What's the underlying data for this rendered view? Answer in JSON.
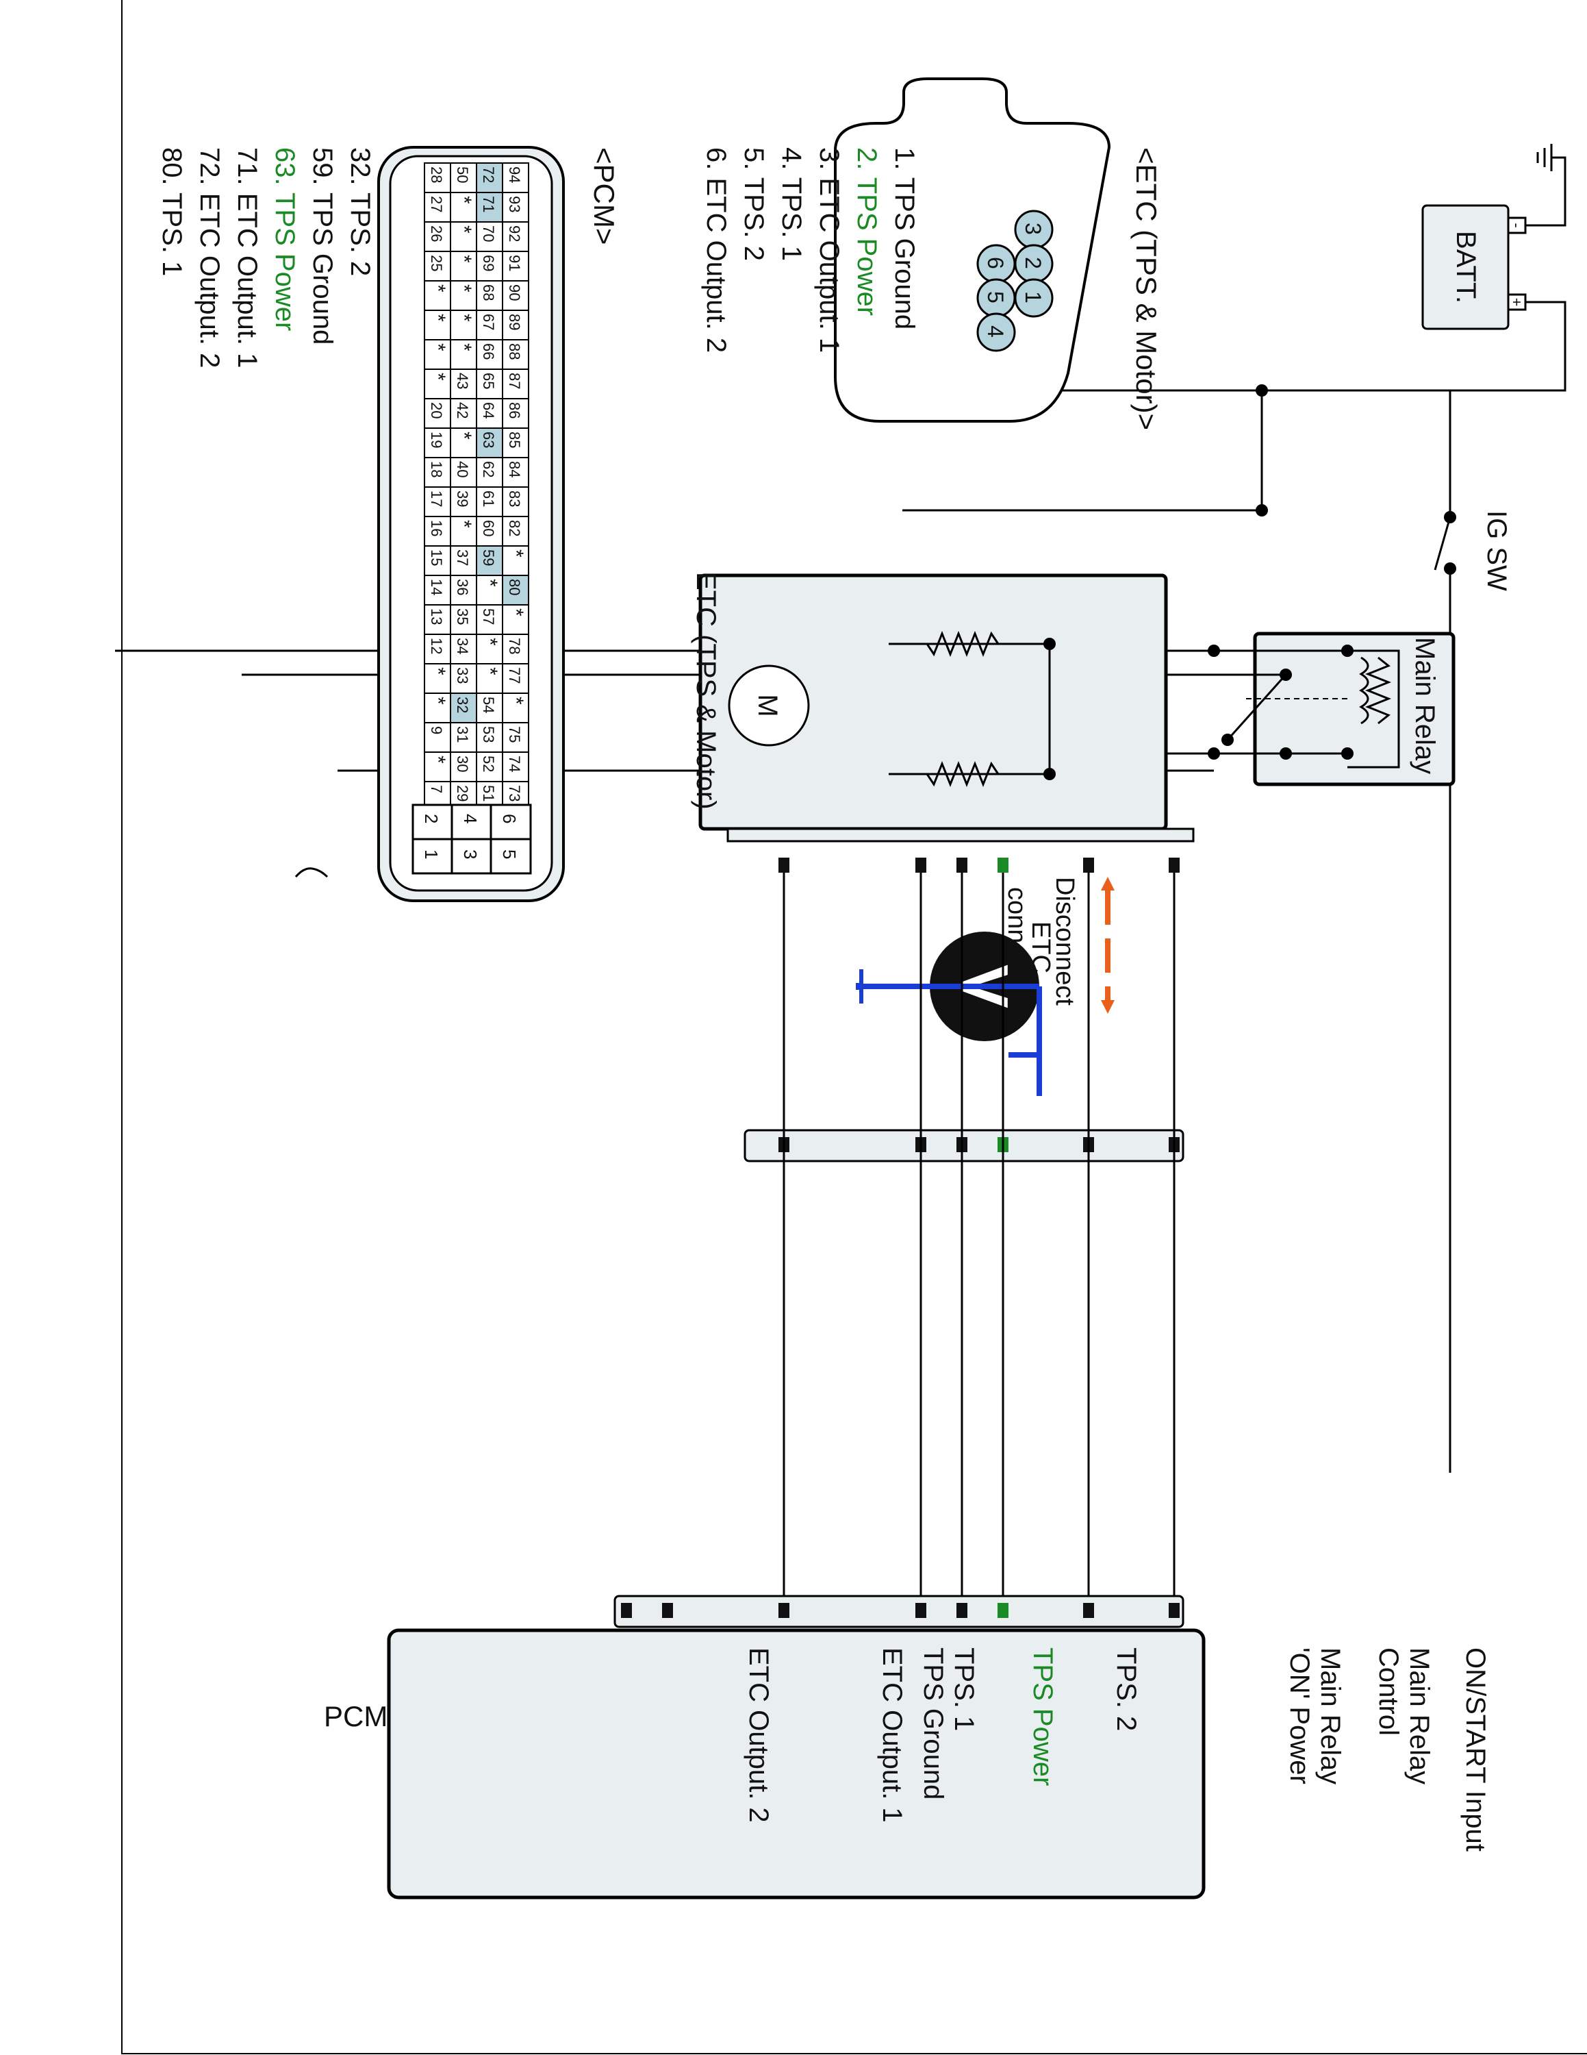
{
  "colors": {
    "tps_power": "#1a8a24",
    "probe_wire": "#1a3dd6",
    "disconnect_arrow": "#e8601c",
    "component_fill": "#e9eef0",
    "pin_highlight": "#b6d4de"
  },
  "labels": {
    "batt": "BATT.",
    "batt_minus": "-",
    "batt_plus": "+",
    "ig_sw": "IG SW",
    "main_relay": "Main Relay",
    "etc_component": "ETC (TPS & Motor)",
    "motor": "M",
    "voltmeter": "V",
    "disconnect_note": [
      "Disconnect",
      "ETC",
      "connector"
    ]
  },
  "etc_connector": {
    "title": "<ETC (TPS & Motor)>",
    "pins": [
      "3",
      "2",
      "1",
      "6",
      "5",
      "4"
    ],
    "legend": [
      {
        "text": "1. TPS Ground",
        "highlight": false
      },
      {
        "text": "2. TPS Power",
        "highlight": true
      },
      {
        "text": "3. ETC Output. 1",
        "highlight": false
      },
      {
        "text": "4. TPS. 1",
        "highlight": false
      },
      {
        "text": "5. TPS. 2",
        "highlight": false
      },
      {
        "text": "6. ETC Output. 2",
        "highlight": false
      }
    ]
  },
  "pcm_connector": {
    "title": "<PCM>",
    "rows": [
      [
        "94",
        "93",
        "92",
        "91",
        "90",
        "89",
        "88",
        "87",
        "86",
        "85",
        "84",
        "83",
        "82",
        "*",
        "80",
        "*",
        "78",
        "77",
        "*",
        "75",
        "74",
        "73"
      ],
      [
        "72",
        "71",
        "70",
        "69",
        "68",
        "67",
        "66",
        "65",
        "64",
        "63",
        "62",
        "61",
        "60",
        "59",
        "*",
        "57",
        "*",
        "*",
        "54",
        "53",
        "52",
        "51"
      ],
      [
        "50",
        "*",
        "*",
        "*",
        "*",
        "*",
        "*",
        "43",
        "42",
        "*",
        "40",
        "39",
        "*",
        "37",
        "36",
        "35",
        "34",
        "33",
        "32",
        "31",
        "30",
        "29"
      ],
      [
        "28",
        "27",
        "26",
        "25",
        "*",
        "*",
        "*",
        "*",
        "20",
        "19",
        "18",
        "17",
        "16",
        "15",
        "14",
        "13",
        "12",
        "*",
        "*",
        "9",
        "*",
        "7"
      ]
    ],
    "highlighted_pins": [
      "72",
      "71",
      "63",
      "59",
      "80",
      "32"
    ],
    "small_block": [
      [
        "6",
        "5"
      ],
      [
        "4",
        "3"
      ],
      [
        "2",
        "1"
      ]
    ],
    "legend": [
      {
        "text": "32. TPS. 2",
        "highlight": false
      },
      {
        "text": "59. TPS Ground",
        "highlight": false
      },
      {
        "text": "63. TPS Power",
        "highlight": true
      },
      {
        "text": "71. ETC Output. 1",
        "highlight": false
      },
      {
        "text": "72. ETC Output. 2",
        "highlight": false
      },
      {
        "text": "80. TPS. 1",
        "highlight": false
      }
    ]
  },
  "pcm": {
    "title": "PCM",
    "terminals": [
      {
        "label": [
          "ON/START Input"
        ],
        "highlight": false
      },
      {
        "label": [
          "Main Relay",
          "Control"
        ],
        "highlight": false
      },
      {
        "label": [
          "Main Relay",
          "'ON' Power"
        ],
        "highlight": false
      },
      {
        "label": [
          "TPS. 2"
        ],
        "highlight": false
      },
      {
        "label": [
          "TPS Power"
        ],
        "highlight": true
      },
      {
        "label": [
          "TPS. 1"
        ],
        "highlight": false
      },
      {
        "label": [
          "TPS Ground"
        ],
        "highlight": false
      },
      {
        "label": [
          "ETC Output. 1"
        ],
        "highlight": false
      },
      {
        "label": [
          "ETC Output. 2"
        ],
        "highlight": false
      }
    ]
  }
}
